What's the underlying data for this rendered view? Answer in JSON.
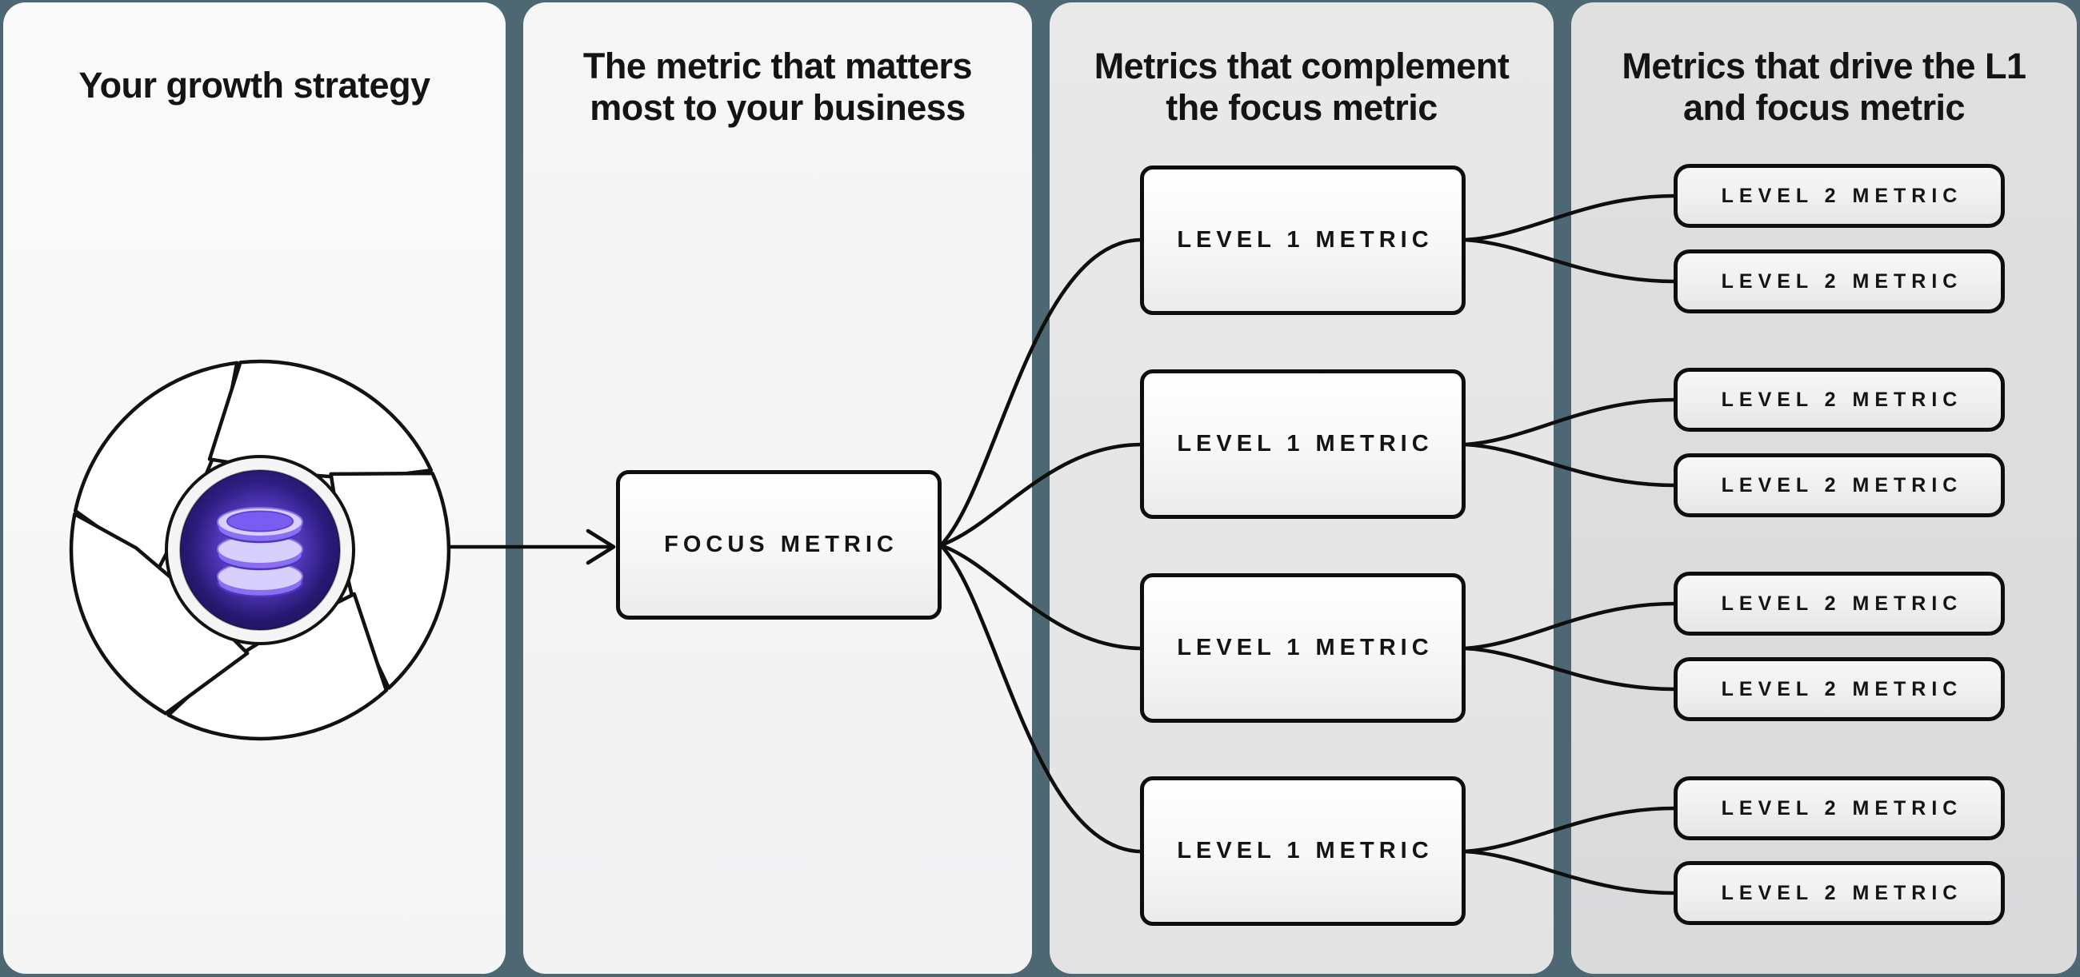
{
  "diagram": {
    "type": "growth-metrics-hierarchy-flow",
    "colors": {
      "background": "#4d6872",
      "panel_white": "#f7f7f7",
      "panel_gray_light": "#e6e6e6",
      "panel_gray_dark": "#dddddd",
      "line": "#0e0e0e",
      "node_fill_top": "#ffffff",
      "node_fill_bottom": "#ebebeb",
      "hub_core_purple": "#241566",
      "database_lavender": "#d8d0fc",
      "database_purple": "#8a70f1"
    }
  },
  "panels": [
    {
      "id": "strategy",
      "title_line1": "Your growth strategy"
    },
    {
      "id": "focus",
      "title_line1": "The metric that matters",
      "title_line2": "most to your business"
    },
    {
      "id": "level1",
      "title_line1": "Metrics that complement",
      "title_line2": "the focus metric"
    },
    {
      "id": "level2",
      "title_line1": "Metrics that drive the L1",
      "title_line2": "and focus metric"
    }
  ],
  "nodes": {
    "focus": "FOCUS METRIC",
    "level1": [
      "LEVEL 1 METRIC",
      "LEVEL 1 METRIC",
      "LEVEL 1 METRIC",
      "LEVEL 1 METRIC"
    ],
    "level2": [
      "LEVEL 2 METRIC",
      "LEVEL 2 METRIC",
      "LEVEL 2 METRIC",
      "LEVEL 2 METRIC",
      "LEVEL 2 METRIC",
      "LEVEL 2 METRIC",
      "LEVEL 2 METRIC",
      "LEVEL 2 METRIC"
    ]
  },
  "icons": {
    "flywheel": "growth-flywheel-icon",
    "database": "database-icon"
  }
}
